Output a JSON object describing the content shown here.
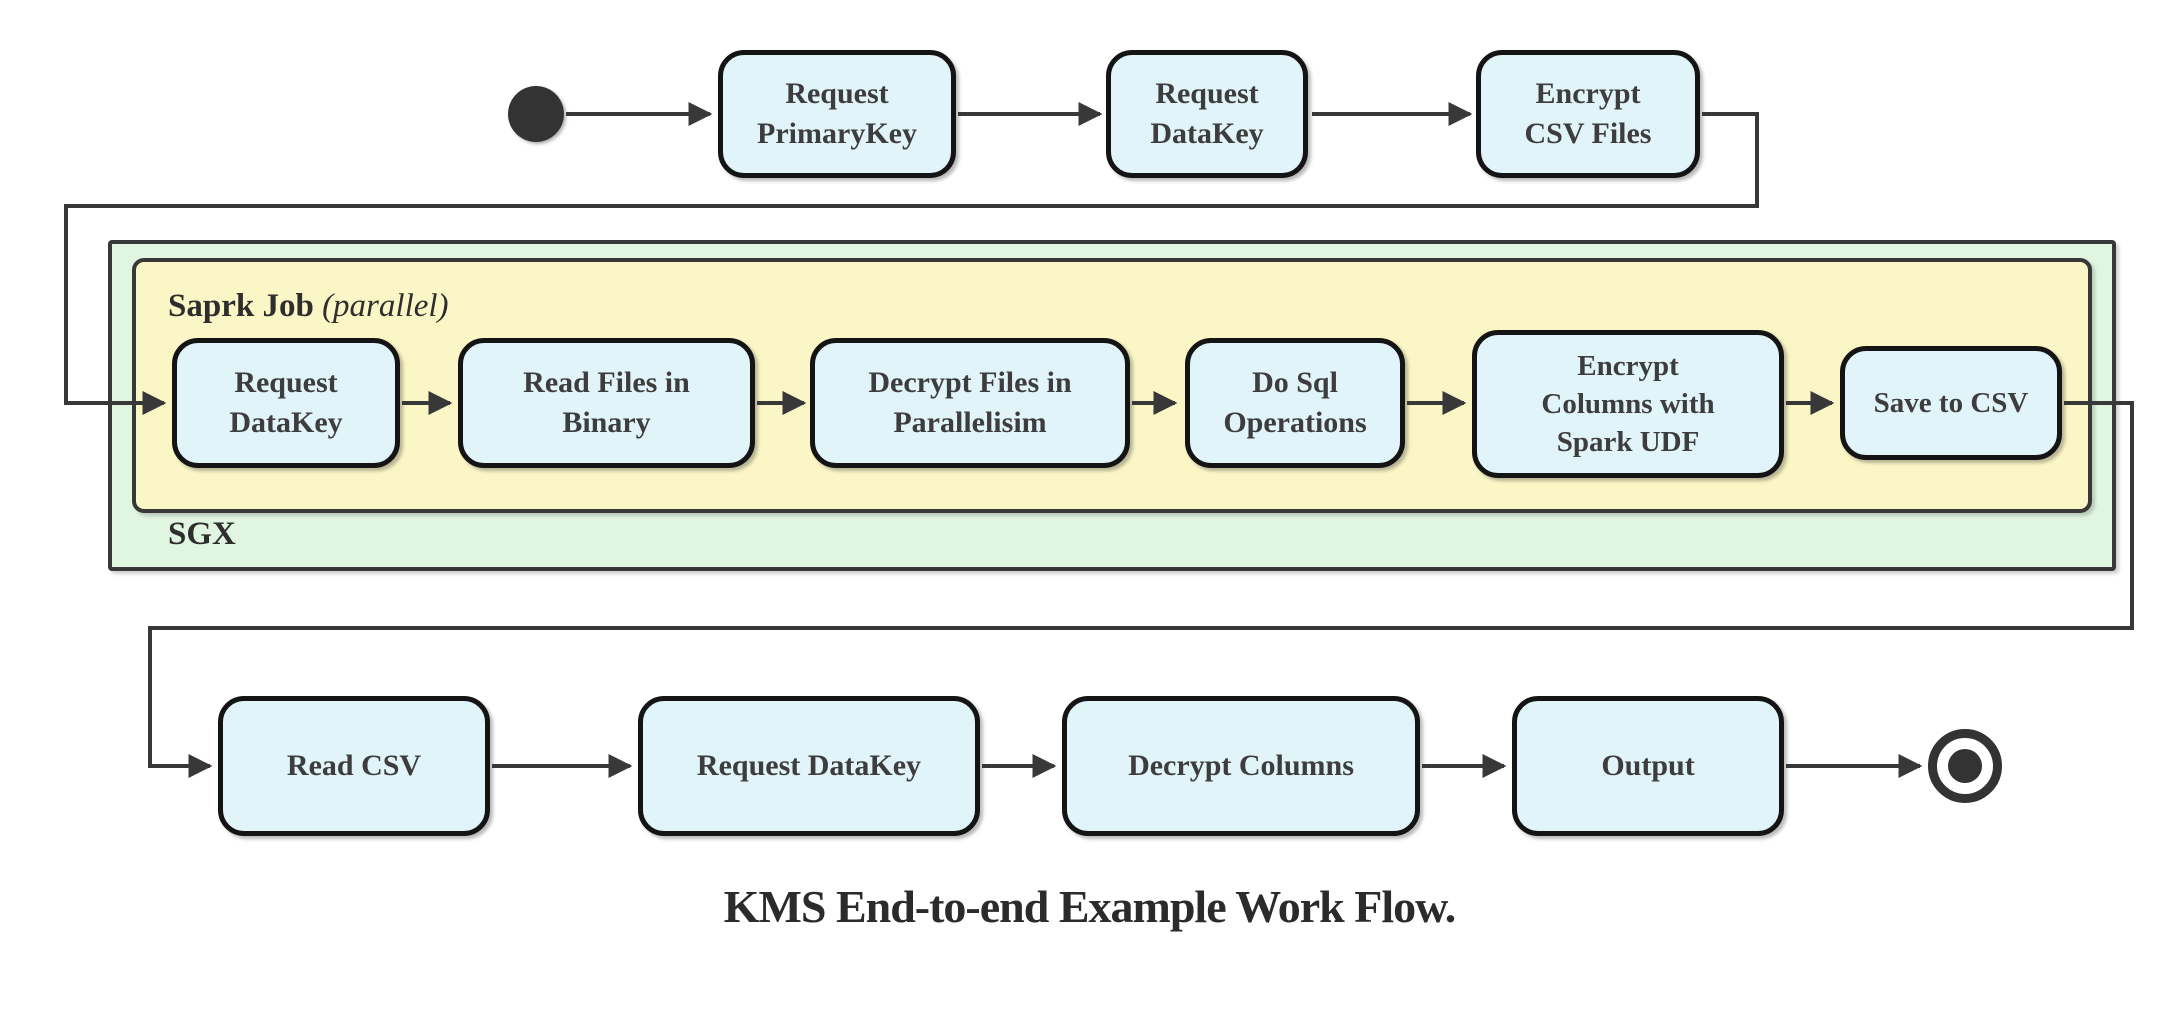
{
  "diagram": {
    "caption": "KMS End-to-end Example Work Flow.",
    "colors": {
      "node_fill": "#e0f4fa",
      "node_border": "#141414",
      "sgx_fill": "#e0f6e1",
      "spark_fill": "#fbf6c5",
      "edge": "#383838"
    },
    "start_node_name": "initial-state",
    "end_node_name": "final-state",
    "top_row": [
      {
        "label": "Request\nPrimaryKey"
      },
      {
        "label": "Request\nDataKey"
      },
      {
        "label": "Encrypt\nCSV Files"
      }
    ],
    "sgx_container": {
      "label": "SGX",
      "spark_container": {
        "label": "Saprk Job",
        "qualifier": "(parallel)",
        "nodes": [
          {
            "label": "Request\nDataKey"
          },
          {
            "label": "Read Files in\nBinary"
          },
          {
            "label": "Decrypt Files in\nParallelisim"
          },
          {
            "label": "Do Sql\nOperations"
          },
          {
            "label": "Encrypt\nColumns with\nSpark UDF"
          },
          {
            "label": "Save to CSV"
          }
        ]
      }
    },
    "bottom_row": [
      {
        "label": "Read CSV"
      },
      {
        "label": "Request DataKey"
      },
      {
        "label": "Decrypt Columns"
      },
      {
        "label": "Output"
      }
    ]
  }
}
